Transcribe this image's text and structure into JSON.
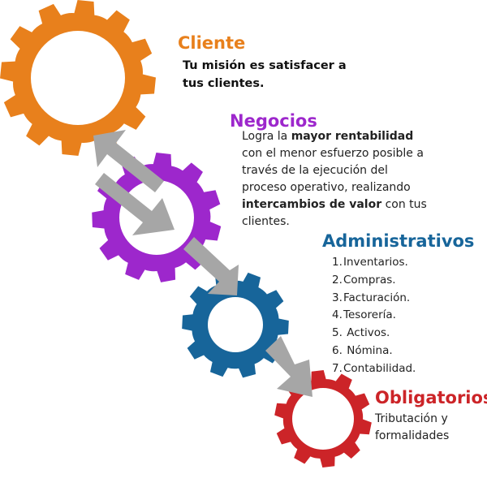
{
  "colors": {
    "cliente": "#e8801c",
    "negocios": "#9d27cc",
    "administrativos": "#17659a",
    "obligatorios": "#cc2428",
    "arrow": "#a6a6a6"
  },
  "icons": [
    "gear-icon",
    "double-arrow-icon",
    "arrow-down-right-icon"
  ],
  "sections": {
    "cliente": {
      "title": "Cliente",
      "lines": [
        "Tu misión es satisfacer a",
        "tus clientes."
      ]
    },
    "negocios": {
      "title": "Negocios",
      "line1_a": "Logra la ",
      "line1_b": "mayor rentabilidad",
      "line2": "con el menor esfuerzo posible a",
      "line3": "través de la ejecución del",
      "line4": "proceso operativo, realizando",
      "line5_a": "intercambios de valor",
      "line5_b": " con tus",
      "line6": "clientes."
    },
    "administrativos": {
      "title": "Administrativos",
      "items": [
        {
          "num": "1.",
          "label": "Inventarios."
        },
        {
          "num": "2.",
          "label": "Compras."
        },
        {
          "num": "3.",
          "label": "Facturación."
        },
        {
          "num": "4.",
          "label": "Tesorería."
        },
        {
          "num": "5.",
          "label": " Activos."
        },
        {
          "num": "6.",
          "label": " Nómina."
        },
        {
          "num": "7.",
          "label": "Contabilidad."
        }
      ]
    },
    "obligatorios": {
      "title": "Obligatorios",
      "lines": [
        "Tributación y",
        "formalidades"
      ]
    }
  }
}
